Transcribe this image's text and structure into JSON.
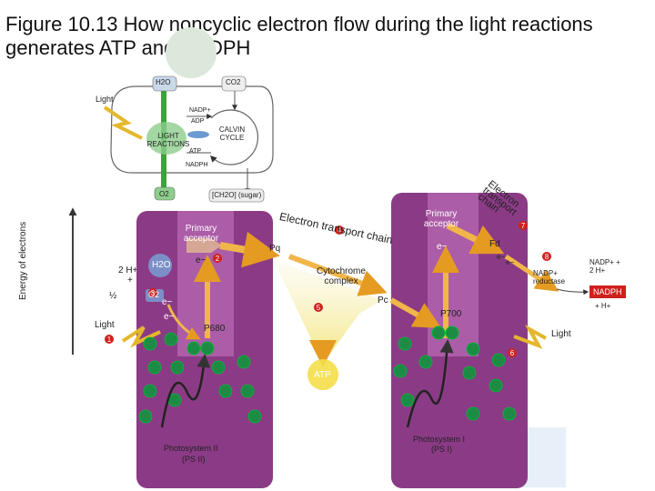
{
  "title": "Figure 10.13 How noncyclic electron flow during the light reactions generates ATP and NADPH",
  "overview": {
    "h2o": "H2O",
    "co2": "CO2",
    "light": "Light",
    "nadp_plus": "NADP+",
    "adp": "ADP",
    "light_reactions": "LIGHT REACTIONS",
    "calvin_cycle": "CALVIN CYCLE",
    "atp": "ATP",
    "nadph": "NADPH",
    "o2": "O2",
    "sugar": "[CH2O] (sugar)"
  },
  "axis": {
    "ylabel": "Energy of electrons"
  },
  "ps2": {
    "primary_acceptor": "Primary acceptor",
    "e": "e−",
    "h2o": "H2O",
    "two_h": "2 H+",
    "plus": "+",
    "half": "½",
    "o2": "O2",
    "light": "Light",
    "p680": "P680",
    "name": "Photosystem II",
    "abbr": "(PS II)"
  },
  "etc": {
    "label": "Electron transport chain",
    "pq": "Pq",
    "cytochrome": "Cytochrome complex",
    "pc": "Pc",
    "atp": "ATP"
  },
  "ps1": {
    "primary_acceptor": "Primary acceptor",
    "e": "e−",
    "p700": "P700",
    "light": "Light",
    "name": "Photosystem I",
    "abbr": "(PS I)",
    "etc_label": "Electron transport chain",
    "fd": "Fd",
    "reductase": "NADP+ reductase",
    "nadp_plus_2h": "NADP+ + 2 H+",
    "nadph": "NADPH",
    "plus_h": "+ H+"
  },
  "steps": [
    "1",
    "2",
    "3",
    "4",
    "5",
    "6",
    "7",
    "8"
  ],
  "colors": {
    "membrane": "#8b3b86",
    "step": "#d0201c",
    "arrow": "#f1b64a",
    "chlorophyll": "#1e8b45",
    "nadph_box": "#d0201c"
  }
}
